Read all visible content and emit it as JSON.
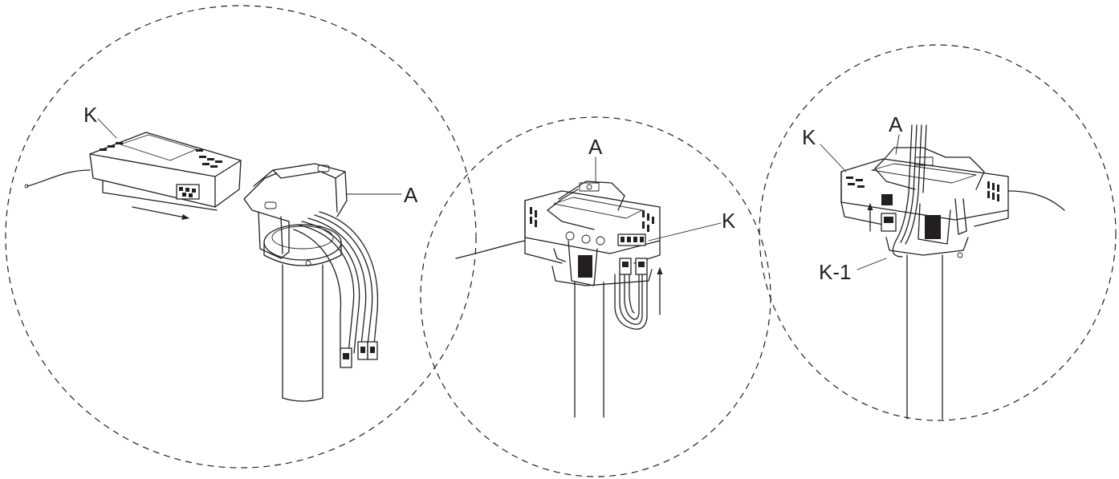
{
  "steps": [
    {
      "labels": {
        "controller": "K",
        "bracket": "A"
      }
    },
    {
      "labels": {
        "controller": "K",
        "bracket": "A"
      }
    },
    {
      "labels": {
        "controller": "K",
        "bracket": "A",
        "connector": "K-1"
      }
    }
  ],
  "icons": {
    "direction_arrow_1": "arrow-right-icon",
    "direction_arrow_2": "arrow-up-icon",
    "direction_arrow_3": "arrow-up-icon"
  }
}
